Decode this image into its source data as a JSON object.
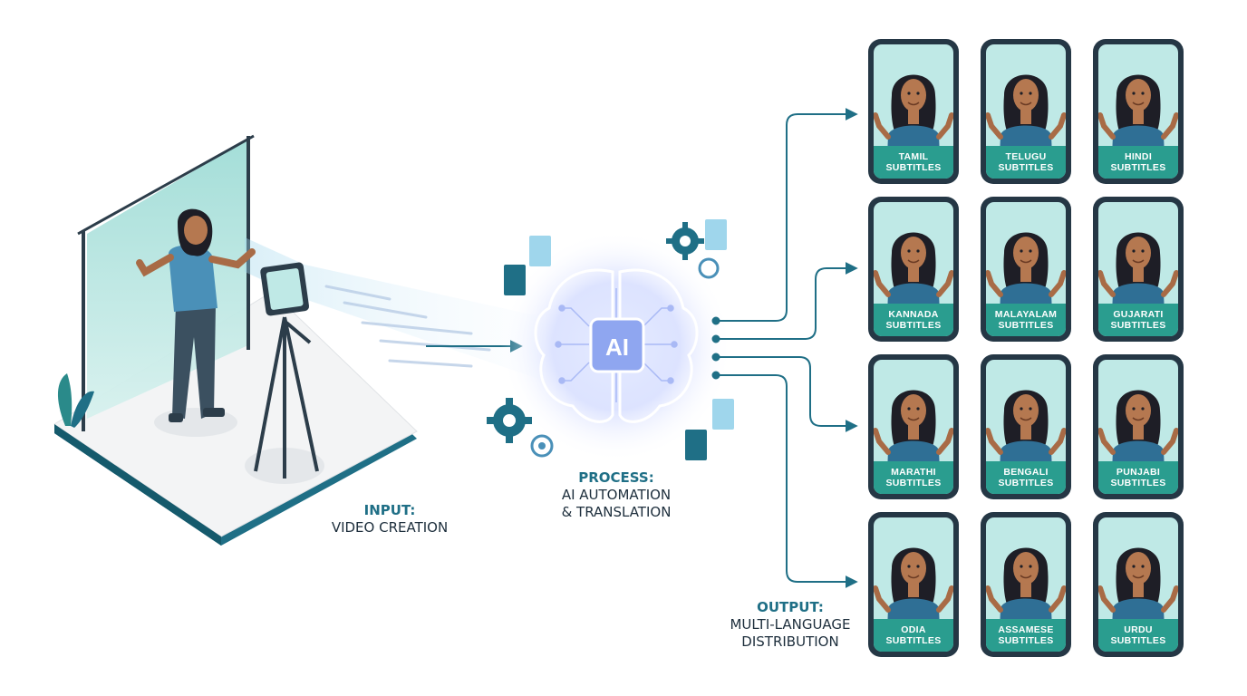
{
  "colors": {
    "accent": "#1f6f86",
    "teal": "#2a9d8f",
    "navy": "#1d2e3c",
    "mint": "#bfe9e6",
    "glow": "#c9d6ff"
  },
  "stages": {
    "input": {
      "key": "INPUT:",
      "value": "VIDEO CREATION"
    },
    "process": {
      "key": "PROCESS:",
      "value_line1": "AI AUTOMATION",
      "value_line2": "& TRANSLATION"
    },
    "output": {
      "key": "OUTPUT:",
      "value_line1": "MULTI-LANGUAGE",
      "value_line2": "DISTRIBUTION"
    }
  },
  "ai_chip": {
    "text": "AI"
  },
  "phones": [
    {
      "lang": "TAMIL",
      "suffix": "SUBTITLES"
    },
    {
      "lang": "TELUGU",
      "suffix": "SUBTITLES"
    },
    {
      "lang": "HINDI",
      "suffix": "SUBTITLES"
    },
    {
      "lang": "KANNADA",
      "suffix": "SUBTITLES"
    },
    {
      "lang": "MALAYALAM",
      "suffix": "SUBTITLES"
    },
    {
      "lang": "GUJARATI",
      "suffix": "SUBTITLES"
    },
    {
      "lang": "MARATHI",
      "suffix": "SUBTITLES"
    },
    {
      "lang": "BENGALI",
      "suffix": "SUBTITLES"
    },
    {
      "lang": "PUNJABI",
      "suffix": "SUBTITLES"
    },
    {
      "lang": "ODIA",
      "suffix": "SUBTITLES"
    },
    {
      "lang": "ASSAMESE",
      "suffix": "SUBTITLES"
    },
    {
      "lang": "URDU",
      "suffix": "SUBTITLES"
    }
  ],
  "icons": [
    "gear-icon",
    "document-icon",
    "arrow-icon",
    "camera-icon",
    "plant-icon"
  ]
}
